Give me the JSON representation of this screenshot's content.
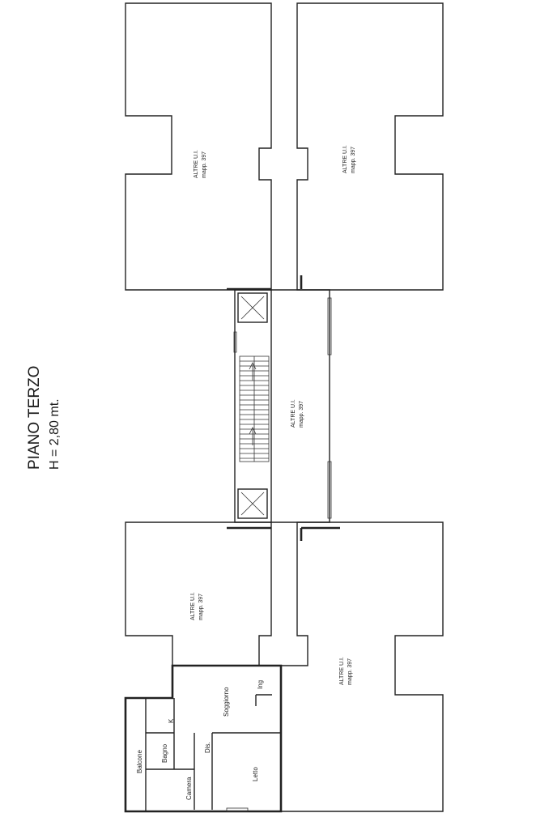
{
  "title": {
    "line1": "PIANO TERZO",
    "line2": "H = 2,80 mt."
  },
  "units": {
    "upper_left": {
      "name": "ALTRE U.I.",
      "ref": "mapp. 397"
    },
    "upper_right": {
      "name": "ALTRE U.I.",
      "ref": "mapp. 397"
    },
    "corridor": {
      "name": "ALTRE U.I.",
      "ref": "mapp. 397"
    },
    "lower_left": {
      "name": "ALTRE U.I.",
      "ref": "mapp. 397"
    },
    "lower_right": {
      "name": "ALTRE U.I.",
      "ref": "mapp. 397"
    }
  },
  "rooms": {
    "balcone": "Balcone",
    "k": "K",
    "bagno": "Bagno",
    "camera": "Camera",
    "dis": "Dis.",
    "soggiorno": "Soggiorno",
    "letto": "Letto",
    "ing": "Ing"
  }
}
